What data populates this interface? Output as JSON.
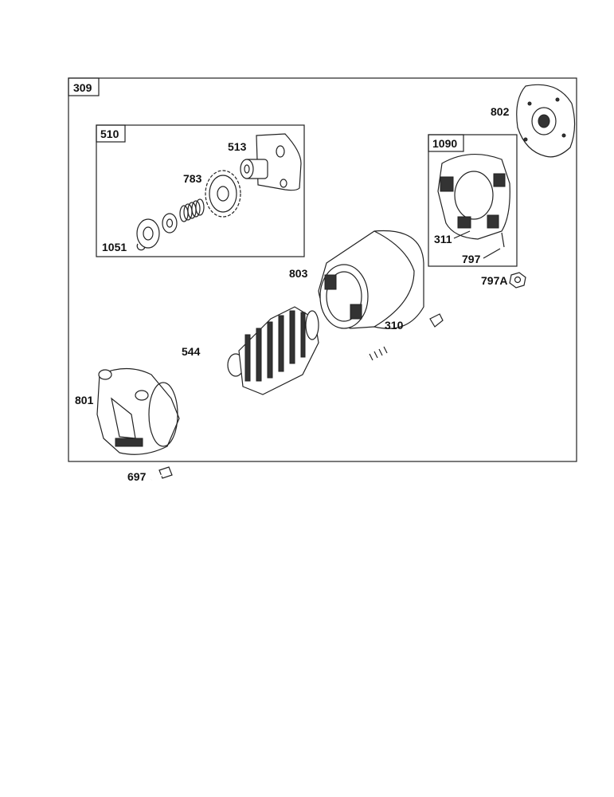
{
  "diagram": {
    "assembly_label": "309",
    "subassemblies": {
      "drive": {
        "label": "510"
      },
      "brush_holder": {
        "label": "1090"
      }
    },
    "parts": {
      "p513": "513",
      "p783": "783",
      "p1051": "1051",
      "p802": "802",
      "p311": "311",
      "p797": "797",
      "p797a": "797A",
      "p803": "803",
      "p310": "310",
      "p544": "544",
      "p801": "801",
      "p697": "697"
    }
  }
}
